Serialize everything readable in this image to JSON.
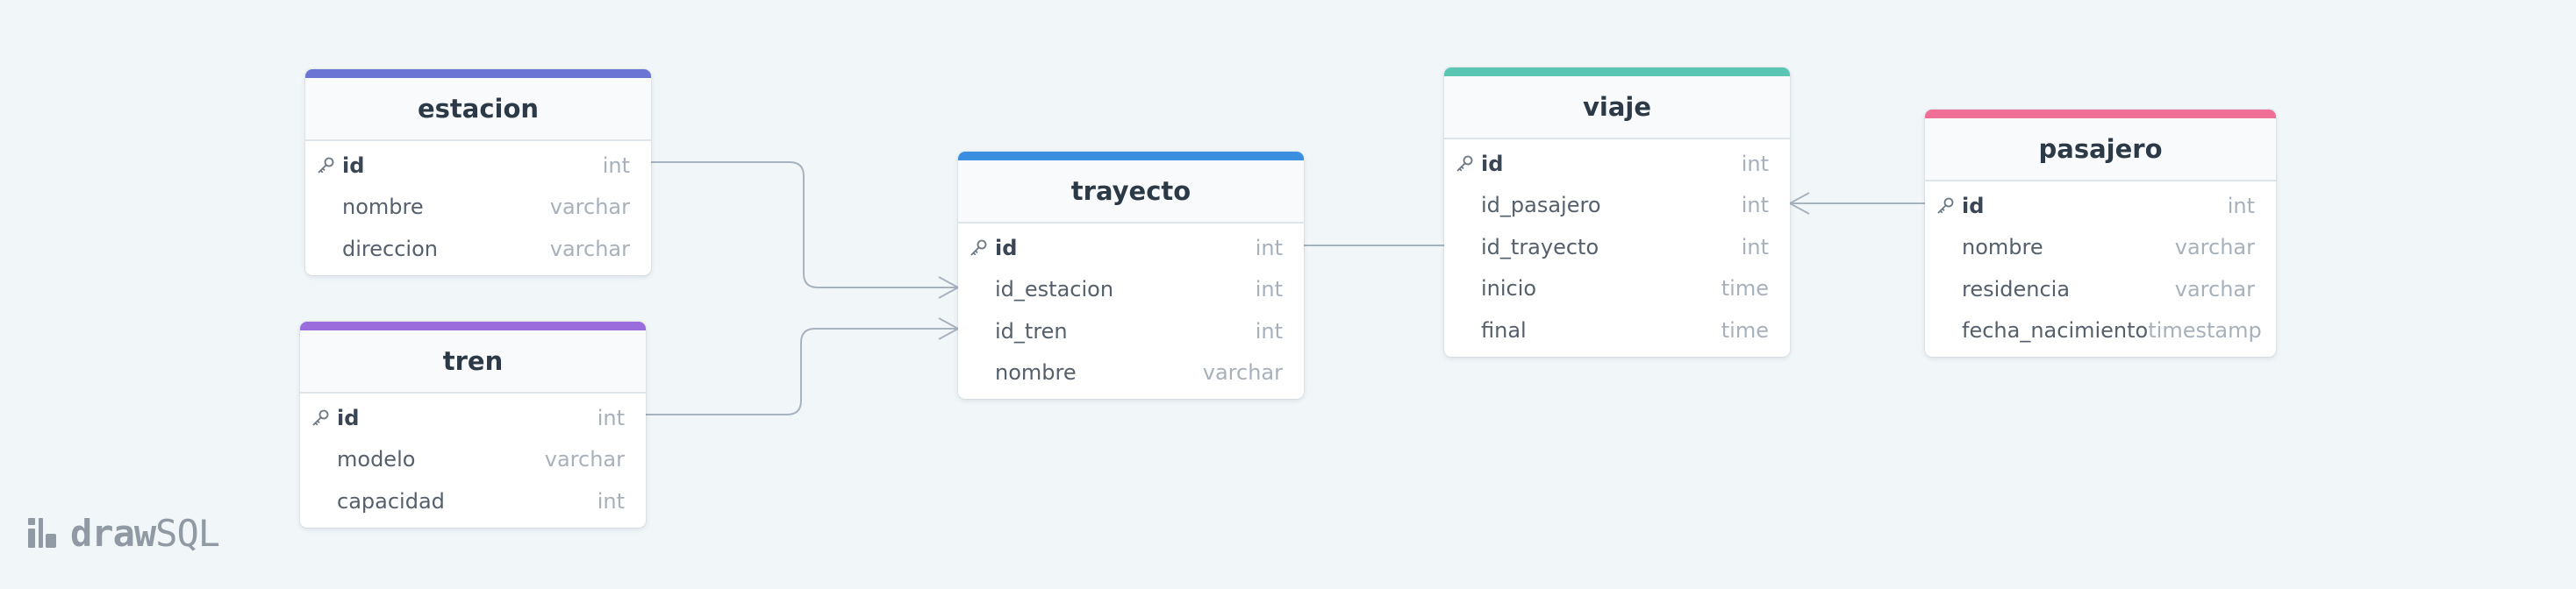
{
  "logo": {
    "word_bold": "draw",
    "word_light": "SQL"
  },
  "colors": {
    "estacion": "#6b76d4",
    "tren": "#9b6ddc",
    "trayecto": "#3b8fe0",
    "viaje": "#5cc6b5",
    "pasajero": "#ef6f96"
  },
  "tables": {
    "estacion": {
      "name": "estacion",
      "columns": [
        {
          "name": "id",
          "type": "int",
          "pk": true
        },
        {
          "name": "nombre",
          "type": "varchar"
        },
        {
          "name": "direccion",
          "type": "varchar"
        }
      ]
    },
    "tren": {
      "name": "tren",
      "columns": [
        {
          "name": "id",
          "type": "int",
          "pk": true
        },
        {
          "name": "modelo",
          "type": "varchar"
        },
        {
          "name": "capacidad",
          "type": "int"
        }
      ]
    },
    "trayecto": {
      "name": "trayecto",
      "columns": [
        {
          "name": "id",
          "type": "int",
          "pk": true
        },
        {
          "name": "id_estacion",
          "type": "int"
        },
        {
          "name": "id_tren",
          "type": "int"
        },
        {
          "name": "nombre",
          "type": "varchar"
        }
      ]
    },
    "viaje": {
      "name": "viaje",
      "columns": [
        {
          "name": "id",
          "type": "int",
          "pk": true
        },
        {
          "name": "id_pasajero",
          "type": "int"
        },
        {
          "name": "id_trayecto",
          "type": "int"
        },
        {
          "name": "inicio",
          "type": "time"
        },
        {
          "name": "final",
          "type": "time"
        }
      ]
    },
    "pasajero": {
      "name": "pasajero",
      "columns": [
        {
          "name": "id",
          "type": "int",
          "pk": true
        },
        {
          "name": "nombre",
          "type": "varchar"
        },
        {
          "name": "residencia",
          "type": "varchar"
        },
        {
          "name": "fecha_nacimiento",
          "type": "timestamp"
        }
      ]
    }
  },
  "relations": [
    {
      "from": "estacion.id",
      "to": "trayecto.id_estacion",
      "to_many": true
    },
    {
      "from": "tren.id",
      "to": "trayecto.id_tren",
      "to_many": true
    },
    {
      "from": "trayecto.id",
      "to": "viaje.id_trayecto",
      "to_many": false
    },
    {
      "from": "pasajero.id",
      "to": "viaje.id_pasajero",
      "to_many": true
    }
  ]
}
